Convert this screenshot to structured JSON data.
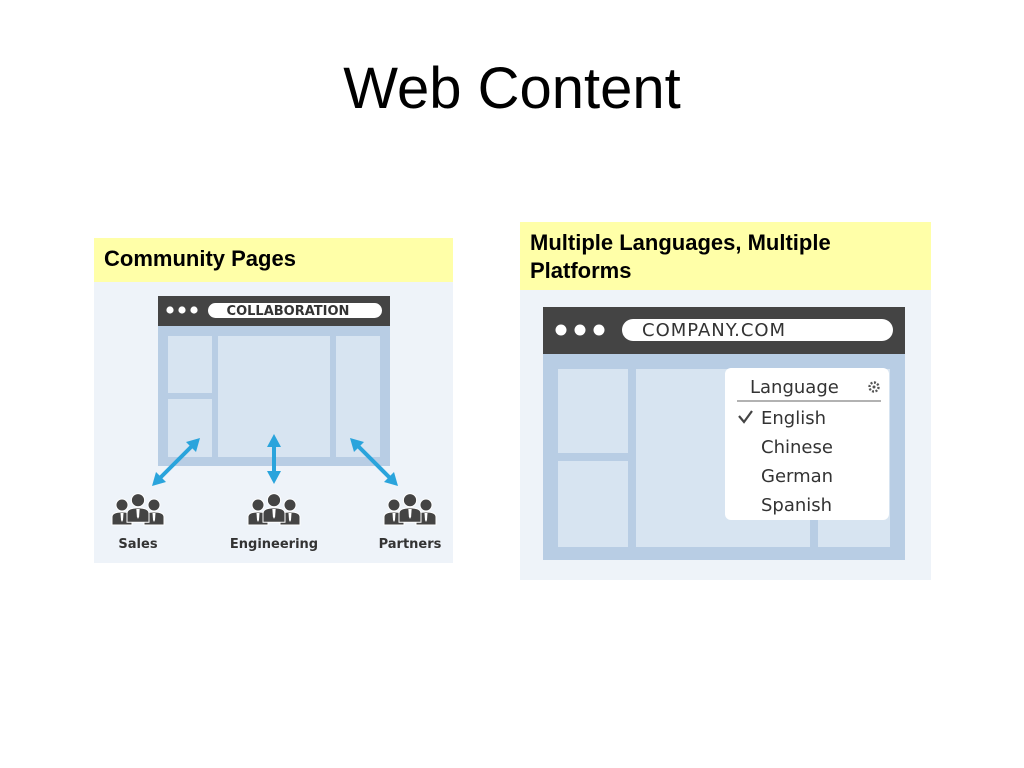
{
  "title": "Web Content",
  "panels": {
    "community": {
      "heading": "Community Pages",
      "browser_label": "COLLABORATION",
      "groups": [
        {
          "label": "Sales",
          "icon": "people-group-icon"
        },
        {
          "label": "Engineering",
          "icon": "people-group-icon"
        },
        {
          "label": "Partners",
          "icon": "people-group-icon"
        }
      ]
    },
    "languages": {
      "heading": "Multiple Languages, Multiple Platforms",
      "browser_label": "COMPANY.COM",
      "menu": {
        "title": "Language",
        "options": [
          {
            "label": "English",
            "selected": true
          },
          {
            "label": "Chinese",
            "selected": false
          },
          {
            "label": "German",
            "selected": false
          },
          {
            "label": "Spanish",
            "selected": false
          }
        ]
      }
    }
  },
  "colors": {
    "header_bg": "#ffffa8",
    "panel_bg": "#eef3f9",
    "browser_bar": "#444444",
    "frame_blue": "#b8cde4",
    "cell_blue": "#d7e4f1",
    "arrow_blue": "#2aa4dc",
    "people_dark": "#444444"
  }
}
